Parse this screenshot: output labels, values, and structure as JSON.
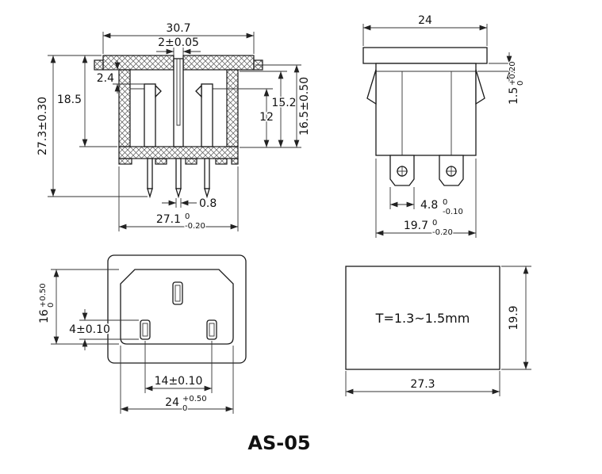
{
  "title": "AS-05",
  "front_view": {
    "top_width": "30.7",
    "slot_width": "2±0.05",
    "height_body": "18.5",
    "height_step": "2.4",
    "height_overall": "27.3±0.30",
    "height_inner": "12",
    "height_cavity": "15.2",
    "height_right": "16.5±0.50",
    "pin_thickness": "0.8",
    "bottom_width": "27.1",
    "bottom_width_tol_upper": "0",
    "bottom_width_tol_lower": "-0.20"
  },
  "side_view": {
    "flange_width": "24",
    "lip_height": "1.5",
    "lip_tol_upper": "+0.20",
    "lip_tol_lower": "0",
    "terminal_width": "4.8",
    "terminal_tol_upper": "0",
    "terminal_tol_lower": "-0.10",
    "body_width": "19.7",
    "body_tol_upper": "0",
    "body_tol_lower": "-0.20"
  },
  "face_view": {
    "opening_height": "16",
    "opening_height_tol_upper": "+0.50",
    "opening_height_tol_lower": "0",
    "pin_size": "4±0.10",
    "pin_pitch": "14±0.10",
    "opening_width": "24",
    "opening_width_tol_upper": "+0.50",
    "opening_width_tol_lower": "0"
  },
  "panel_view": {
    "thickness_note": "T=1.3~1.5mm",
    "height": "19.9",
    "width": "27.3"
  }
}
